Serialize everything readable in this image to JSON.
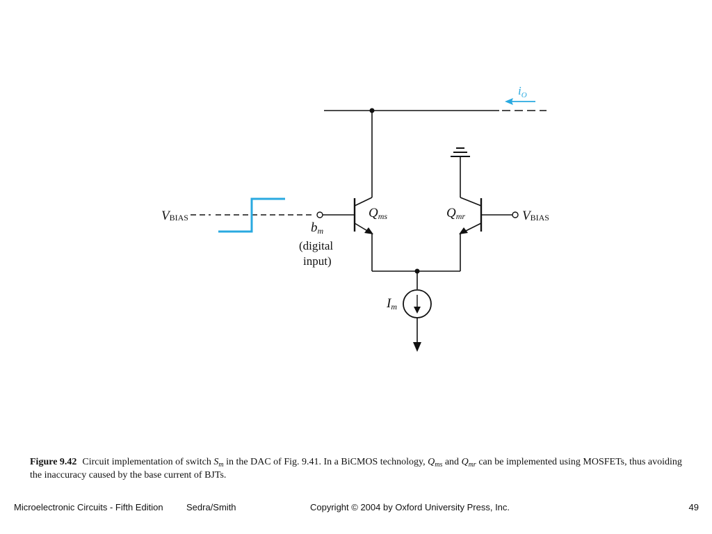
{
  "diagram": {
    "labels": {
      "io_base": "i",
      "io_sub": "O",
      "vbias_left_base": "V",
      "vbias_left_sub": "BIAS",
      "vbias_right_base": "V",
      "vbias_right_sub": "BIAS",
      "bm_base": "b",
      "bm_sub": "m",
      "digital_line1": "(digital",
      "digital_line2": "input)",
      "qms_base": "Q",
      "qms_sub": "ms",
      "qmr_base": "Q",
      "qmr_sub": "mr",
      "im_base": "I",
      "im_sub": "m"
    },
    "colors": {
      "wire": "#111111",
      "signal": "#29a9e0"
    }
  },
  "caption": {
    "figure_number": "Figure 9.42",
    "t1": "Circuit implementation of switch ",
    "sm_base": "S",
    "sm_sub": "m",
    "t2": " in the DAC of Fig. 9.41. In a BiCMOS technology, ",
    "qms_base": "Q",
    "qms_sub": "ms",
    "t3": " and ",
    "qmr_base": "Q",
    "qmr_sub": "mr",
    "t4": " can be implemented using MOSFETs, thus avoiding the inaccuracy caused by the base current of BJTs."
  },
  "footer": {
    "book": "Microelectronic Circuits - Fifth Edition",
    "authors": "Sedra/Smith",
    "copyright": "Copyright © 2004 by Oxford University Press, Inc.",
    "page": "49"
  }
}
